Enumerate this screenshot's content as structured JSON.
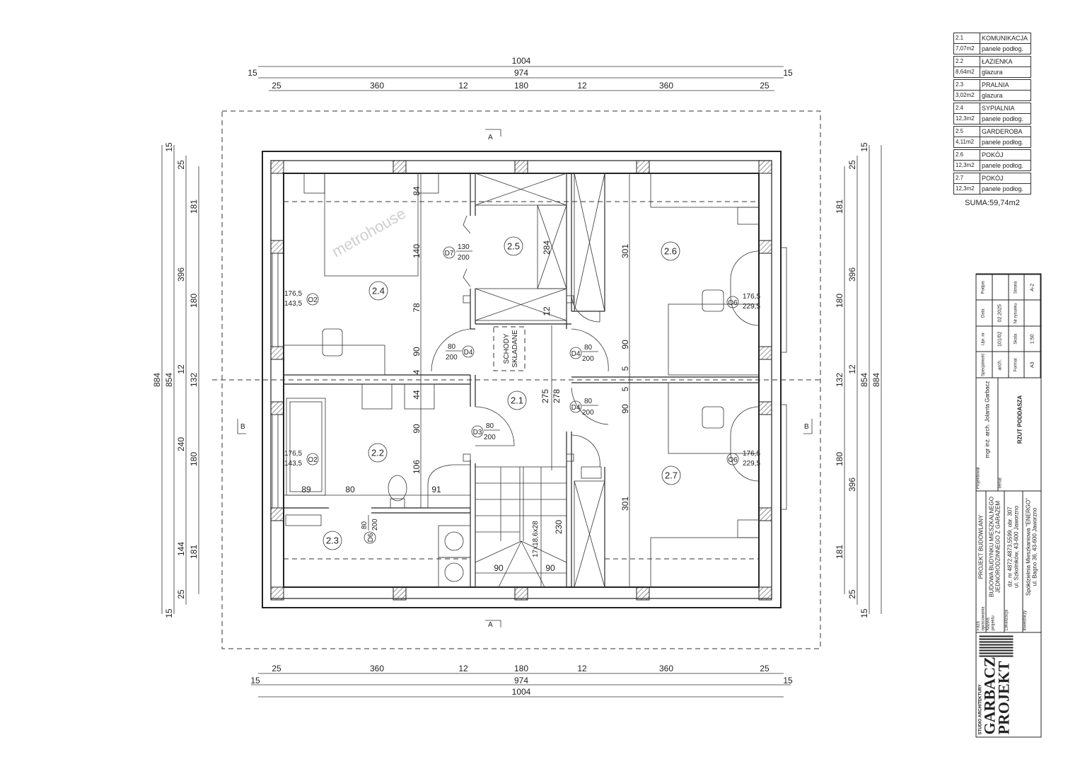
{
  "drawing": {
    "watermark": "metrohouse",
    "section_markers": {
      "a": "A",
      "b": "B"
    },
    "dimensions": {
      "top": {
        "overall": "1004",
        "inner": "974",
        "end": "15",
        "segments": [
          "25",
          "360",
          "12",
          "180",
          "12",
          "360",
          "25"
        ]
      },
      "bottom": {
        "overall": "1004",
        "inner": "974",
        "end": "15",
        "segments": [
          "25",
          "360",
          "12",
          "180",
          "12",
          "360",
          "25"
        ]
      },
      "left": {
        "overall": "884",
        "inner": "854",
        "end": "15",
        "chain_a": [
          "25",
          "396",
          "12",
          "240",
          "144",
          "25"
        ],
        "chain_b": [
          "181",
          "180",
          "132",
          "180",
          "181"
        ]
      },
      "right": {
        "overall": "884",
        "inner": "854",
        "end": "15",
        "chain_a": [
          "25",
          "396",
          "12",
          "396",
          "25"
        ],
        "chain_b": [
          "181",
          "180",
          "132",
          "180",
          "181"
        ]
      }
    },
    "rooms": [
      "2.1",
      "2.2",
      "2.3",
      "2.4",
      "2.5",
      "2.6",
      "2.7"
    ],
    "doors": {
      "d7": {
        "tag": "D7",
        "w": "130",
        "h": "200"
      },
      "d4": {
        "tag": "D4",
        "w": "80",
        "h": "200"
      },
      "d3": {
        "tag": "D3",
        "w": "80",
        "h": "200"
      },
      "d6": {
        "tag": "D6",
        "w": "80",
        "h": "200"
      }
    },
    "windows": {
      "o2": {
        "tag": "O2",
        "w": "176,5",
        "h": "143,5"
      },
      "o6": {
        "tag": "O6",
        "w": "176,5",
        "h": "229,5"
      }
    },
    "stairs_note": [
      "SCHODY",
      "SKŁADANE"
    ],
    "stairs_spec": "17x18,6x28",
    "interior_dims": {
      "d84": "84",
      "d140": "140",
      "d78": "78",
      "d90": "90",
      "d4": "4",
      "d44": "44",
      "d106": "106",
      "d284": "284",
      "d12": "12",
      "d275": "275",
      "d278": "278",
      "d230": "230",
      "d89": "89",
      "d80": "80",
      "d91": "91",
      "d301": "301",
      "d5": "5"
    }
  },
  "legend": {
    "items": [
      {
        "no": "2.1",
        "name": "KOMUNIKACJA",
        "area": "7,07m2",
        "finish": "panele podłog."
      },
      {
        "no": "2.2",
        "name": "ŁAZIENKA",
        "area": "8,64m2",
        "finish": "glazura"
      },
      {
        "no": "2.3",
        "name": "PRALNIA",
        "area": "3,02m2",
        "finish": "glazura"
      },
      {
        "no": "2.4",
        "name": "SYPIALNIA",
        "area": "12,3m2",
        "finish": "panele podłog."
      },
      {
        "no": "2.5",
        "name": "GARDEROBA",
        "area": "4,11m2",
        "finish": "panele podłog."
      },
      {
        "no": "2.6",
        "name": "POKÓJ",
        "area": "12,3m2",
        "finish": "panele podłog."
      },
      {
        "no": "2.7",
        "name": "POKÓJ",
        "area": "12,3m2",
        "finish": "panele podłog."
      }
    ],
    "total": "SUMA:59,74m2"
  },
  "title_block": {
    "logo": {
      "studio": "STUDIO ARCHITEKTURY",
      "name1": "GARBACZ",
      "name2": "PROJEKT"
    },
    "labels": {
      "phase": "Faza opracowania",
      "project": "Nazwa projektu",
      "location": "Lokalizacja",
      "investor": "Inwestorzy",
      "designer": "Projektował",
      "topic": "Temat"
    },
    "phase": "PROJEKT BUDOWLANY",
    "project_lines": [
      "BUDOWA BUDYNKU MIESZKALNEGO",
      "JEDNORODZINNEGO Z GARAŻEM"
    ],
    "location_lines": [
      "dz. nr 4872,4873,5599, obr. 307",
      "ul. Szkolników, 43-600 Jaworzno"
    ],
    "investor_lines": [
      "Spółdzielnia Mieszkaniowa \"ENERGO\"",
      "ul. Bagno 36, 43-600 Jaworzno"
    ],
    "designer": "mgr inż. arch. Jolanta Garbacz",
    "topic": "RZUT PODDASZA",
    "table": {
      "h1": [
        "Specjalność",
        "Upr. nr",
        "Data",
        "Podpis"
      ],
      "v1": [
        "arch.",
        "101/02",
        "02.2025",
        ""
      ],
      "h2": [
        "Format",
        "Skala",
        "Nr rysunku",
        "Strona"
      ],
      "v2": [
        "A3",
        "1:50",
        "",
        "A-2"
      ]
    }
  }
}
